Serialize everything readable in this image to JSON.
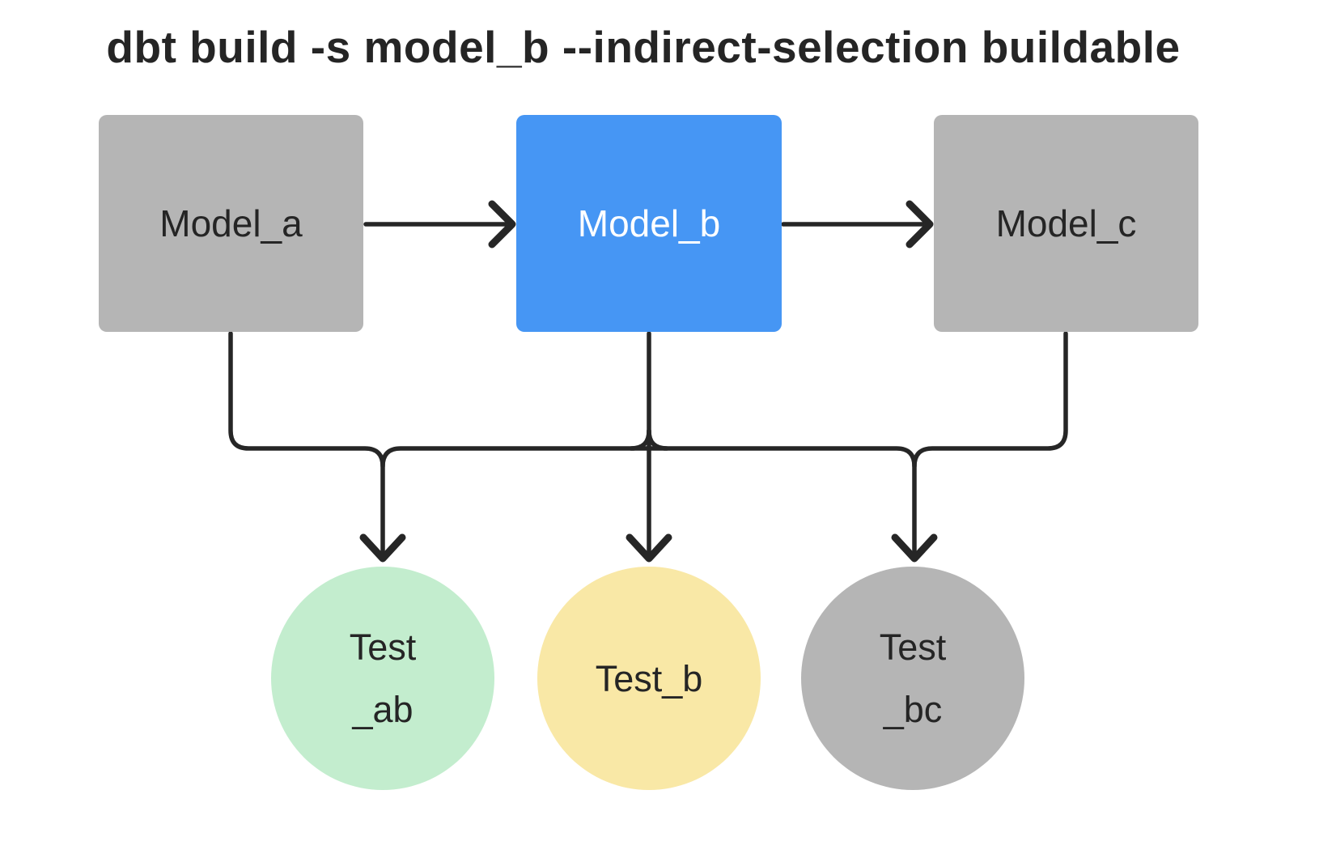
{
  "title": "dbt build -s model_b --indirect-selection buildable",
  "colors": {
    "canvas-bg": "#ffffff",
    "node-gray": "#b5b5b5",
    "node-blue": "#4696f4",
    "test-green": "#c3edce",
    "test-yellow": "#f9e8a6",
    "test-gray": "#b5b5b5",
    "line": "#262626",
    "text-dark": "#252525",
    "text-light": "#ffffff"
  },
  "diagram": {
    "models": [
      {
        "id": "model_a",
        "label": "Model_a",
        "fill": "gray"
      },
      {
        "id": "model_b",
        "label": "Model_b",
        "fill": "blue"
      },
      {
        "id": "model_c",
        "label": "Model_c",
        "fill": "gray"
      }
    ],
    "tests": [
      {
        "id": "test_ab",
        "line1": "Test",
        "line2": "_ab",
        "fill": "green"
      },
      {
        "id": "test_b",
        "line1": "Test_b",
        "line2": "",
        "fill": "yellow"
      },
      {
        "id": "test_bc",
        "line1": "Test",
        "line2": "_bc",
        "fill": "gray"
      }
    ],
    "edges": [
      {
        "from": "model_a",
        "to": "model_b"
      },
      {
        "from": "model_b",
        "to": "model_c"
      },
      {
        "from": "model_a",
        "to": "test_ab"
      },
      {
        "from": "model_b",
        "to": "test_ab"
      },
      {
        "from": "model_b",
        "to": "test_b"
      },
      {
        "from": "model_b",
        "to": "test_bc"
      },
      {
        "from": "model_c",
        "to": "test_bc"
      }
    ]
  }
}
